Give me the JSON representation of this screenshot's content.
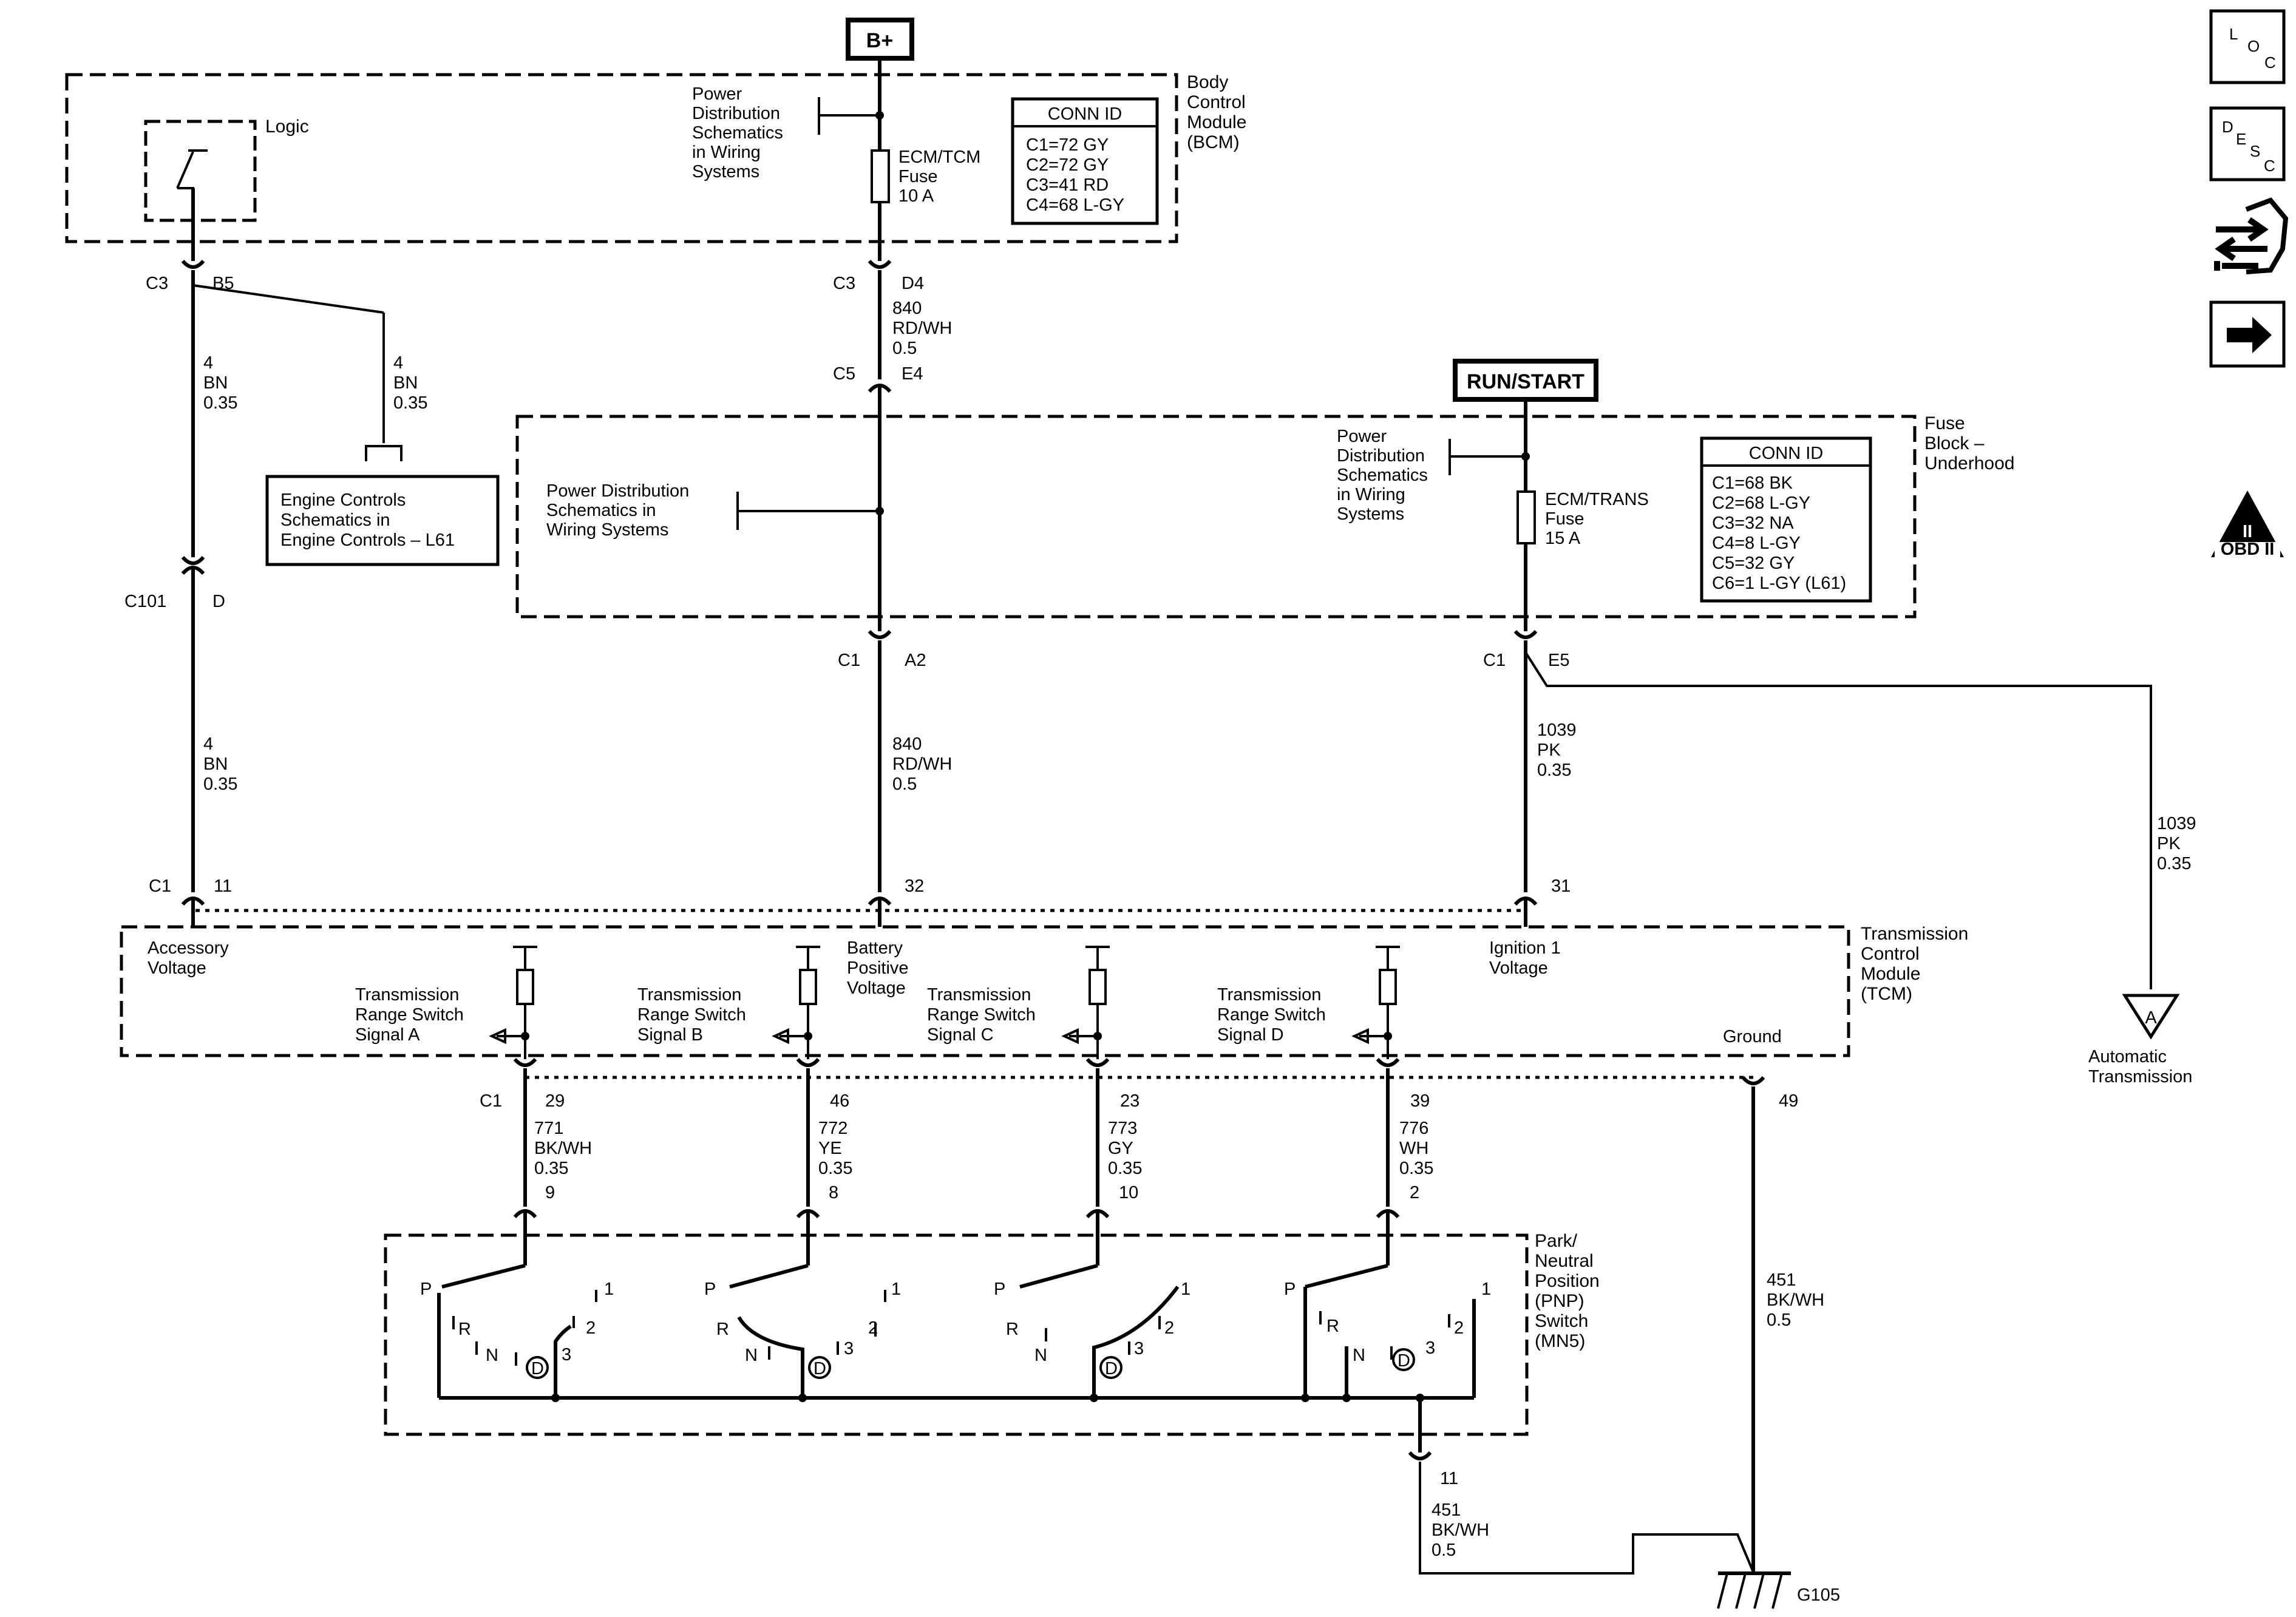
{
  "header": {
    "b_plus": "B+",
    "run_start": "RUN/START"
  },
  "bcm": {
    "name": [
      "Body",
      "Control",
      "Module",
      "(BCM)"
    ],
    "logic": "Logic",
    "pd_note": [
      "Power",
      "Distribution",
      "Schematics",
      "in Wiring",
      "Systems"
    ],
    "fuse": [
      "ECM/TCM",
      "Fuse",
      "10 A"
    ],
    "conn_title": "CONN ID",
    "conn": [
      "C1=72 GY",
      "C2=72 GY",
      "C3=41 RD",
      "C4=68 L-GY"
    ]
  },
  "fuse_block": {
    "name": [
      "Fuse",
      "Block –",
      "Underhood"
    ],
    "pd_note": [
      "Power Distribution",
      "Schematics in",
      "Wiring Systems"
    ],
    "pd_note2": [
      "Power",
      "Distribution",
      "Schematics",
      "in Wiring",
      "Systems"
    ],
    "fuse": [
      "ECM/TRANS",
      "Fuse",
      "15 A"
    ],
    "conn_title": "CONN ID",
    "conn": [
      "C1=68 BK",
      "C2=68 L-GY",
      "C3=32 NA",
      "C4=8 L-GY",
      "C5=32 GY",
      "C6=1 L-GY (L61)"
    ]
  },
  "engine_controls": [
    "Engine Controls",
    "Schematics in",
    "Engine Controls – L61"
  ],
  "connectors": {
    "c3": "C3",
    "b5": "B5",
    "d4": "D4",
    "c5": "C5",
    "e4": "E4",
    "c101": "C101",
    "d": "D",
    "c1": "C1",
    "a2": "A2",
    "e5": "E5",
    "p11": "11",
    "p32": "32",
    "p31": "31",
    "p29": "29",
    "p46": "46",
    "p23": "23",
    "p39": "39",
    "p49": "49",
    "p9": "9",
    "p8": "8",
    "p10": "10",
    "p2": "2",
    "p11b": "11"
  },
  "wires": {
    "w4a": [
      "4",
      "BN",
      "0.35"
    ],
    "w4b": [
      "4",
      "BN",
      "0.35"
    ],
    "w4c": [
      "4",
      "BN",
      "0.35"
    ],
    "w840a": [
      "840",
      "RD/WH",
      "0.5"
    ],
    "w840b": [
      "840",
      "RD/WH",
      "0.5"
    ],
    "w1039a": [
      "1039",
      "PK",
      "0.35"
    ],
    "w1039b": [
      "1039",
      "PK",
      "0.35"
    ],
    "w771": [
      "771",
      "BK/WH",
      "0.35"
    ],
    "w772": [
      "772",
      "YE",
      "0.35"
    ],
    "w773": [
      "773",
      "GY",
      "0.35"
    ],
    "w776": [
      "776",
      "WH",
      "0.35"
    ],
    "w451a": [
      "451",
      "BK/WH",
      "0.5"
    ],
    "w451b": [
      "451",
      "BK/WH",
      "0.5"
    ]
  },
  "tcm": {
    "name": [
      "Transmission",
      "Control",
      "Module",
      "(TCM)"
    ],
    "accessory": [
      "Accessory",
      "Voltage"
    ],
    "battery": [
      "Battery",
      "Positive",
      "Voltage"
    ],
    "ignition": [
      "Ignition 1",
      "Voltage"
    ],
    "ground": "Ground",
    "sig_a": [
      "Transmission",
      "Range Switch",
      "Signal A"
    ],
    "sig_b": [
      "Transmission",
      "Range Switch",
      "Signal B"
    ],
    "sig_c": [
      "Transmission",
      "Range Switch",
      "Signal C"
    ],
    "sig_d": [
      "Transmission",
      "Range Switch",
      "Signal D"
    ]
  },
  "pnp": {
    "name": [
      "Park/",
      "Neutral",
      "Position",
      "(PNP)",
      "Switch",
      "(MN5)"
    ],
    "p": "P",
    "r": "R",
    "n": "N",
    "d": "D",
    "g1": "1",
    "g2": "2",
    "g3": "3"
  },
  "offpage": {
    "letter": "A",
    "label": [
      "Automatic",
      "Transmission"
    ]
  },
  "ground_id": "G105",
  "icons": {
    "loc": [
      "L",
      "O",
      "C"
    ],
    "desc": [
      "D",
      "E",
      "S",
      "C"
    ],
    "obd": "OBD II",
    "obd_numeral": "II"
  }
}
